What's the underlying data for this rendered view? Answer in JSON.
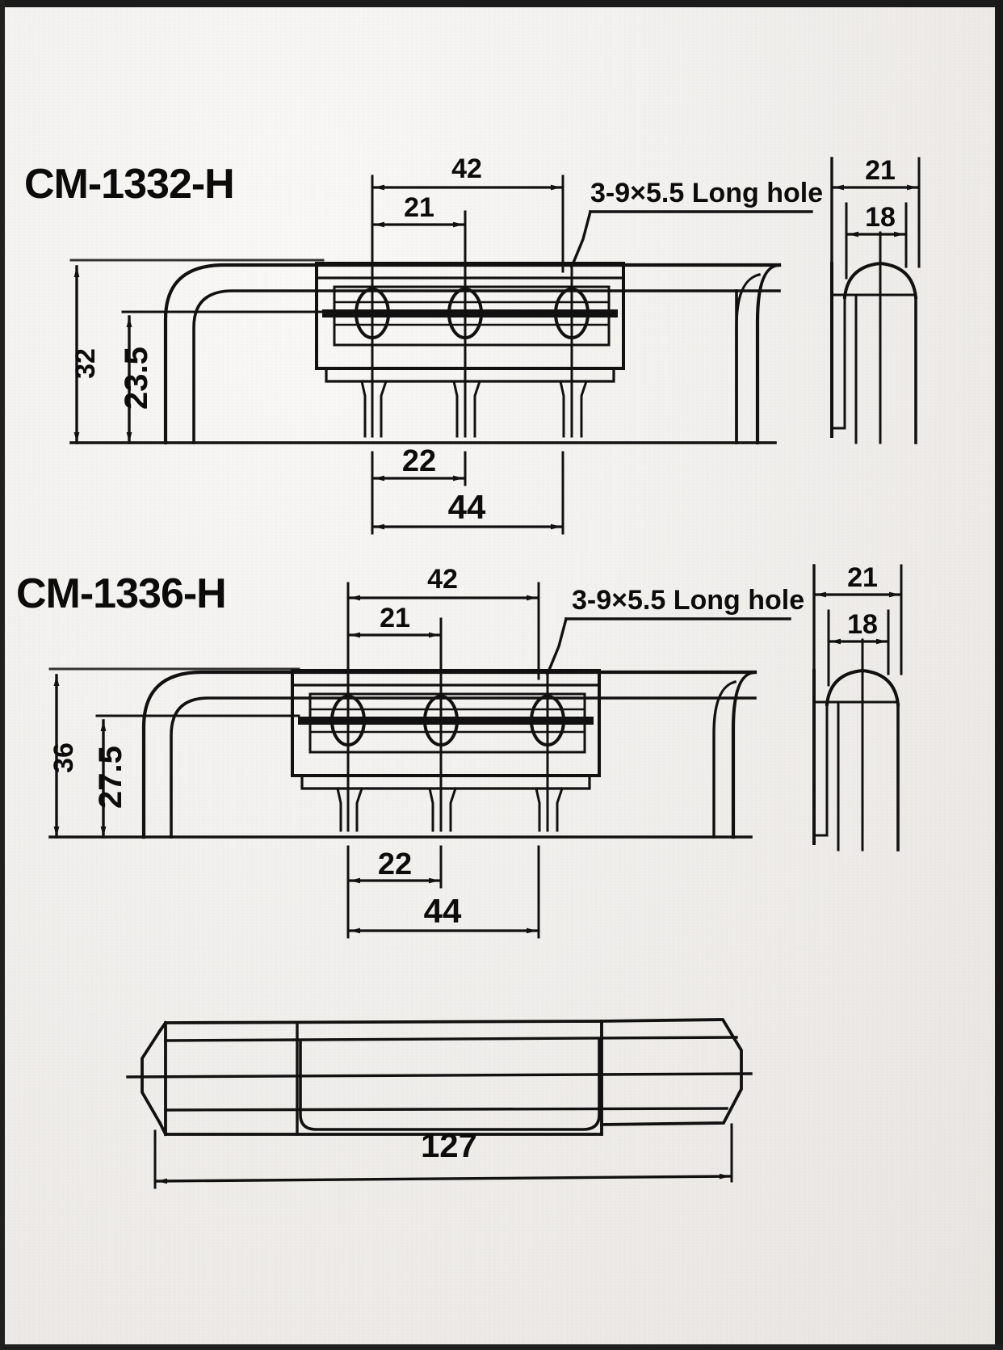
{
  "sheet": {
    "background_color": "#f1efec",
    "ink_color": "#111111"
  },
  "drawings": [
    {
      "id": "cm-1332-h",
      "title": "CM-1332-H",
      "note": "3-9×5.5 Long hole",
      "dimensions": {
        "top_outer": "42",
        "top_inner": "21",
        "height_outer": "32",
        "height_inner": "23.5",
        "bottom_inner": "22",
        "bottom_outer": "44",
        "side_outer": "21",
        "side_inner": "18"
      }
    },
    {
      "id": "cm-1336-h",
      "title": "CM-1336-H",
      "note": "3-9×5.5 Long hole",
      "dimensions": {
        "top_outer": "42",
        "top_inner": "21",
        "height_outer": "36",
        "height_inner": "27.5",
        "bottom_inner": "22",
        "bottom_outer": "44",
        "side_outer": "21",
        "side_inner": "18"
      }
    },
    {
      "id": "plan-view",
      "title": "",
      "dimensions": {
        "length": "127"
      }
    }
  ]
}
